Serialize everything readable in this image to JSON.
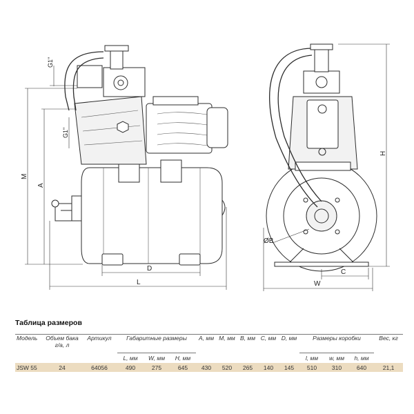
{
  "drawing": {
    "labels": {
      "g1_top": "G1\"",
      "g1_mid": "G1\"",
      "M": "M",
      "A": "A",
      "D": "D",
      "L": "L",
      "H": "H",
      "C": "C",
      "W": "W",
      "B": "ØB"
    }
  },
  "table": {
    "title": "Таблица размеров",
    "headers": {
      "model": "Модель",
      "volume": "Объем бака г/а, л",
      "article": "Артикул",
      "overall": "Габаритные размеры",
      "a": "A, мм",
      "m": "M, мм",
      "b": "B, мм",
      "c": "C, мм",
      "d": "D, мм",
      "box": "Размеры коробки",
      "weight": "Вес, кг"
    },
    "subheaders": {
      "l": "L, мм",
      "w": "W, мм",
      "h": "H, мм",
      "box_l": "l, мм",
      "box_w": "w, мм",
      "box_h": "h, мм"
    },
    "row": {
      "model": "JSW 55",
      "volume": "24",
      "article": "64056",
      "l": "490",
      "w": "275",
      "h": "645",
      "a": "430",
      "m": "520",
      "b": "265",
      "c": "140",
      "d": "145",
      "box_l": "510",
      "box_w": "310",
      "box_h": "640",
      "weight": "21,1"
    }
  }
}
